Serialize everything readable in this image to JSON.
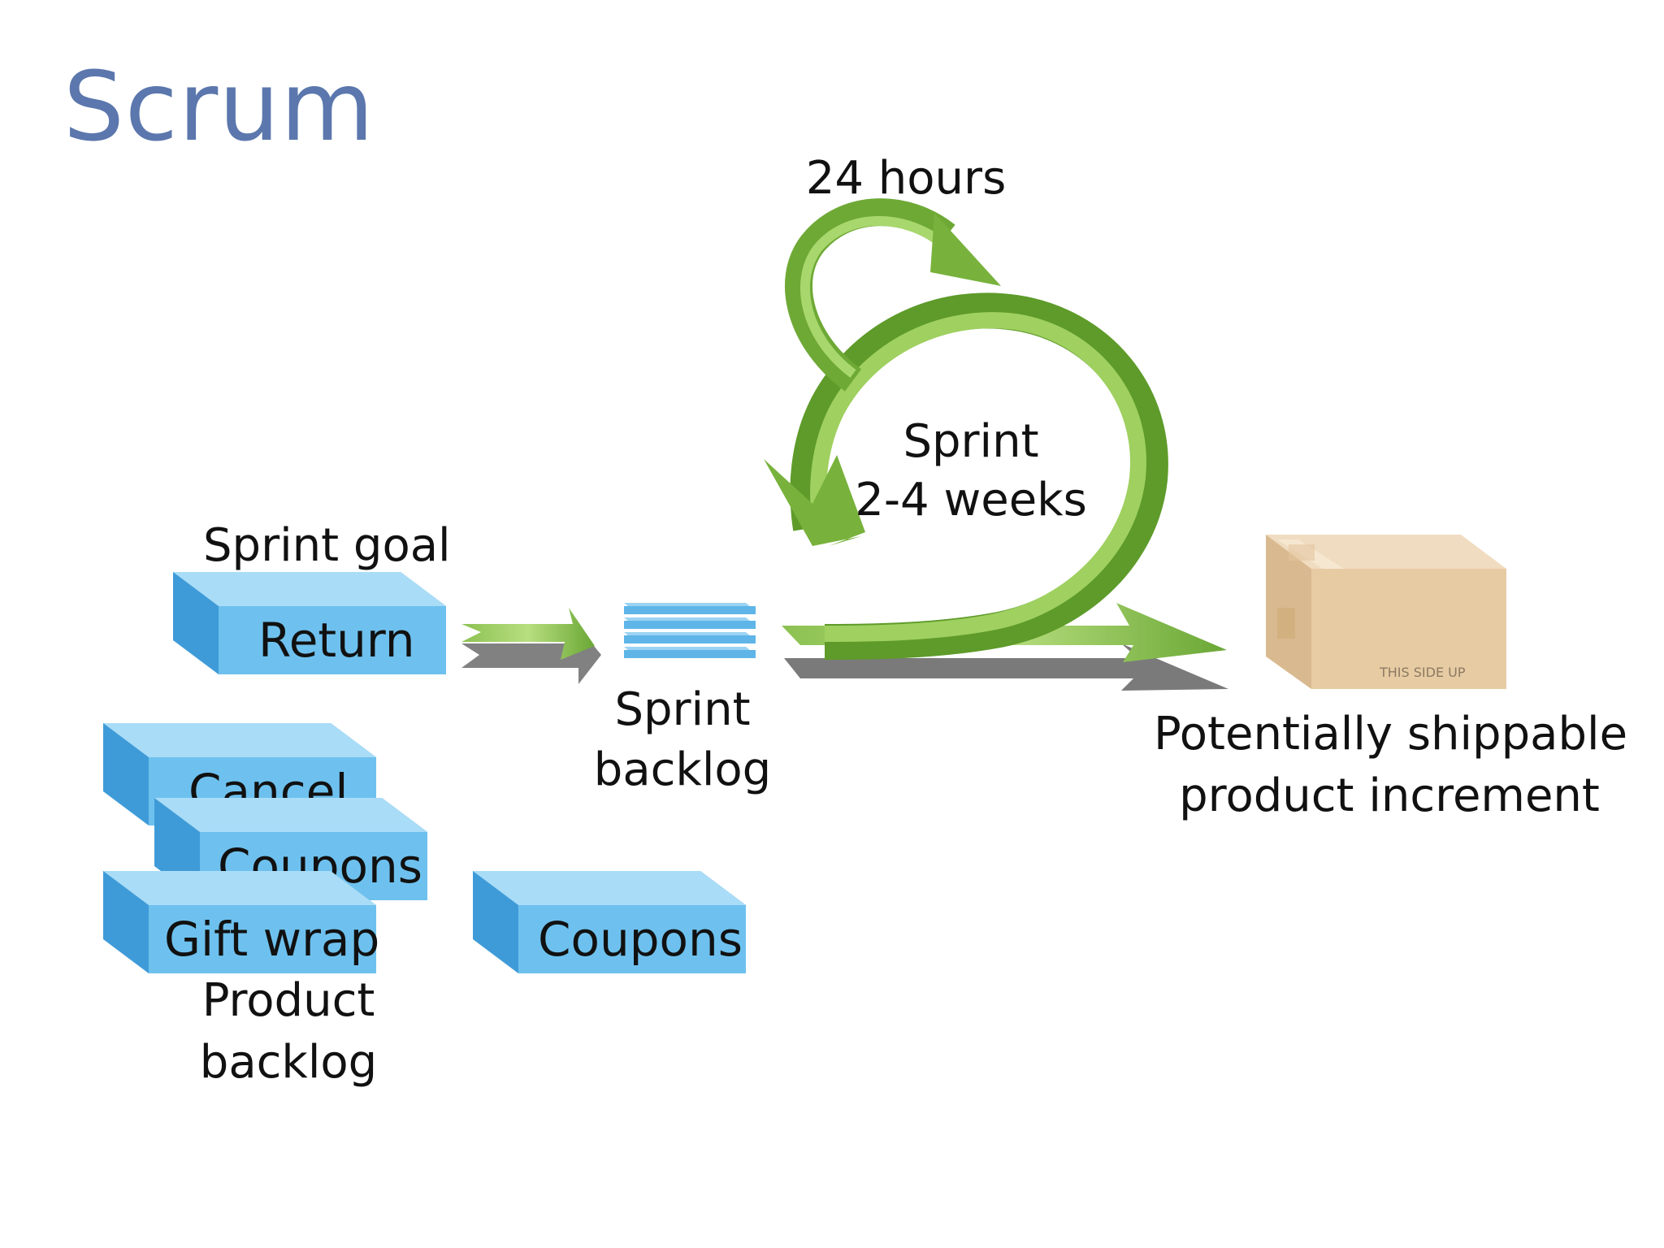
{
  "slide": {
    "title": "Scrum"
  },
  "labels": {
    "daily_cycle": "24 hours",
    "sprint": "Sprint",
    "sprint_duration": "2-4 weeks",
    "sprint_goal": "Sprint goal",
    "sprint_backlog_line1": "Sprint",
    "sprint_backlog_line2": "backlog",
    "product_backlog_line1": "Product",
    "product_backlog_line2": "backlog",
    "increment_line1": "Potentially shippable",
    "increment_line2": "product increment",
    "box_stamp": "THIS SIDE UP"
  },
  "backlog_items": {
    "sprint_goal_item": "Return",
    "product_1": "Cancel",
    "product_2": "Coupons",
    "product_3": "Gift wrap",
    "selected_item": "Coupons"
  },
  "colors": {
    "title": "#5b77ad",
    "arrow_green": "#7cb342",
    "arrow_green_light": "#b5db7a",
    "box_blue": "#6ec1ee",
    "box_blue_top": "#a9dcf7",
    "package_tan": "#e7cba3"
  }
}
